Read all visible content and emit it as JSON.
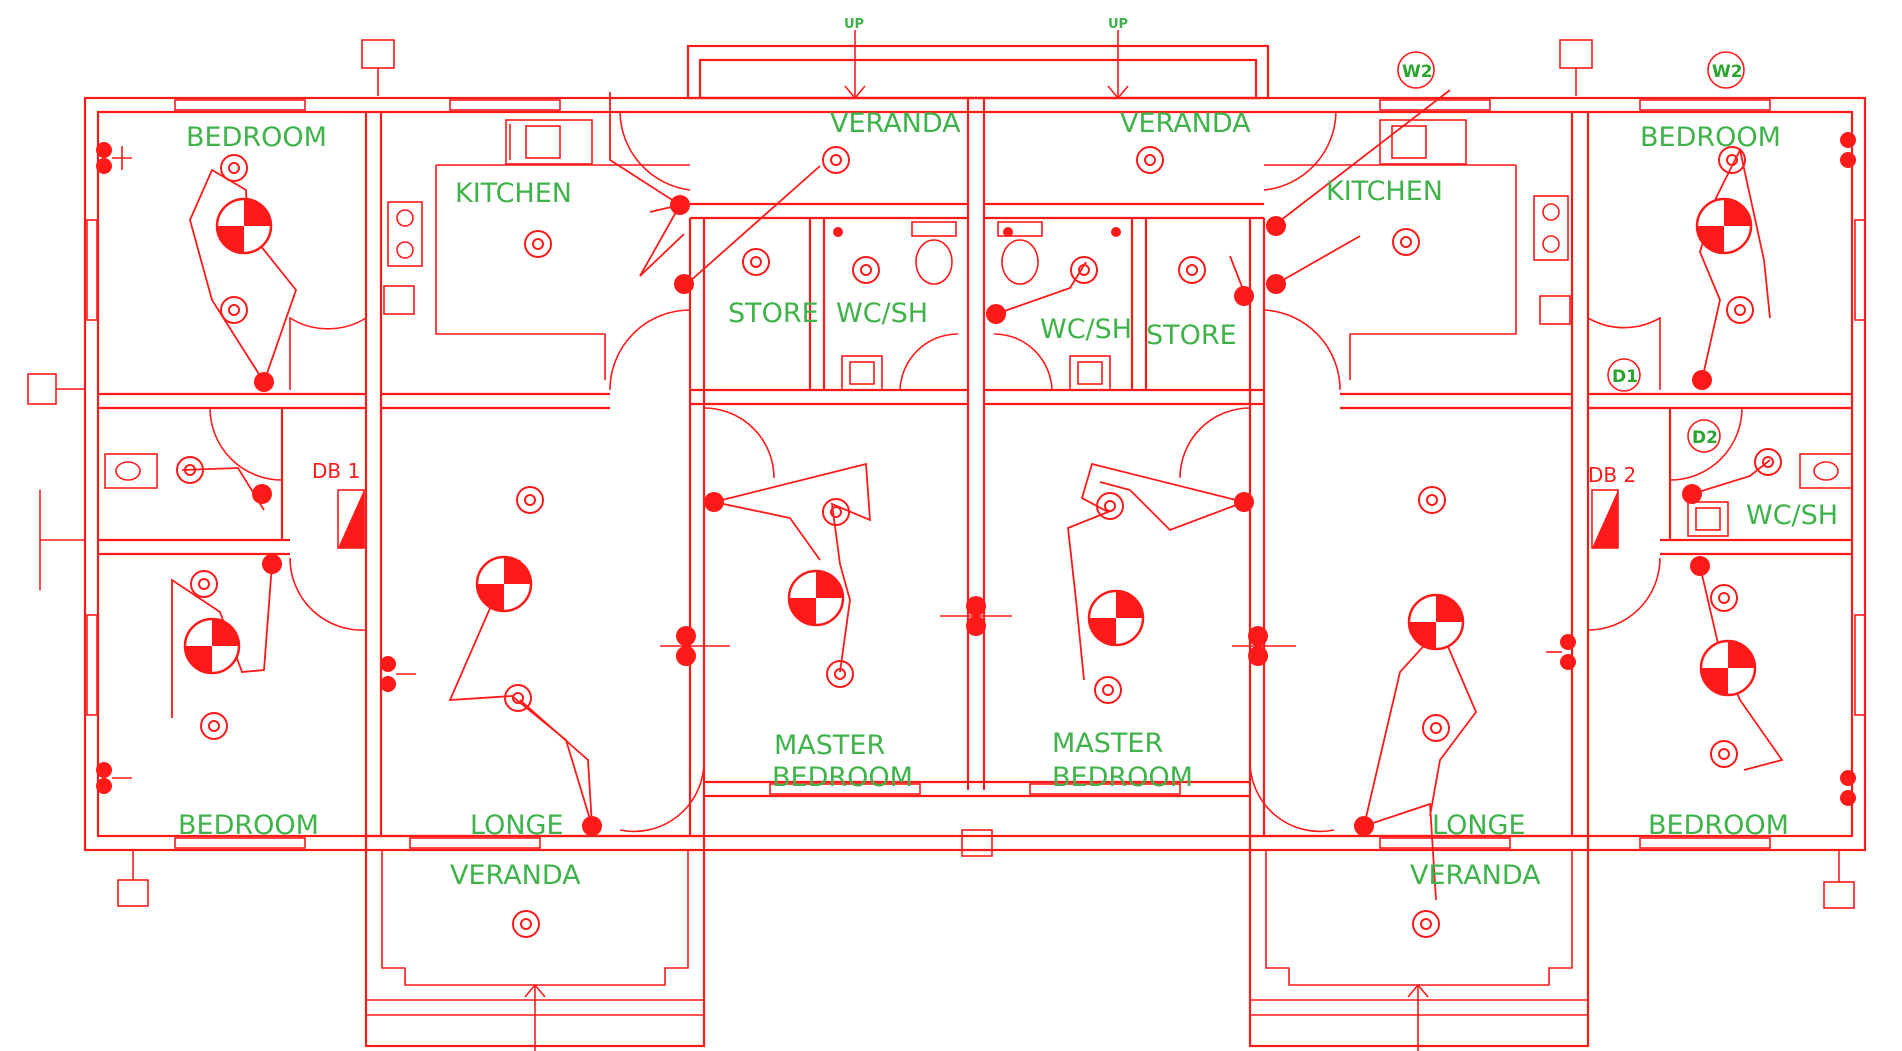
{
  "plan": {
    "rooms": [
      {
        "label": "BEDROOM"
      },
      {
        "label": "KITCHEN"
      },
      {
        "label": "VERANDA"
      },
      {
        "label": "VERANDA"
      },
      {
        "label": "KITCHEN"
      },
      {
        "label": "BEDROOM"
      },
      {
        "label": "STORE"
      },
      {
        "label": "WC/SH"
      },
      {
        "label": "WC/SH"
      },
      {
        "label": "STORE"
      },
      {
        "label": "WC/SH"
      },
      {
        "label": "MASTER"
      },
      {
        "label": "BEDROOM"
      },
      {
        "label": "MASTER"
      },
      {
        "label": "BEDROOM"
      },
      {
        "label": "BEDROOM"
      },
      {
        "label": "LONGE"
      },
      {
        "label": "VERANDA"
      },
      {
        "label": "LONGE"
      },
      {
        "label": "VERANDA"
      },
      {
        "label": "BEDROOM"
      }
    ],
    "stair_labels": [
      "UP",
      "UP"
    ],
    "distribution_boards": [
      "DB 1",
      "DB 2"
    ],
    "tags": [
      "W2",
      "W2",
      "D1",
      "D2"
    ]
  },
  "colors": {
    "lines": "#ff1a1a",
    "labels": "#3fb24a",
    "background": "#ffffff"
  },
  "symbols": [
    "light-point-icon",
    "ceiling-fan-icon",
    "switch-icon",
    "socket-icon",
    "distribution-board-icon",
    "sink-icon",
    "toilet-icon",
    "cooker-icon",
    "external-light-icon"
  ]
}
